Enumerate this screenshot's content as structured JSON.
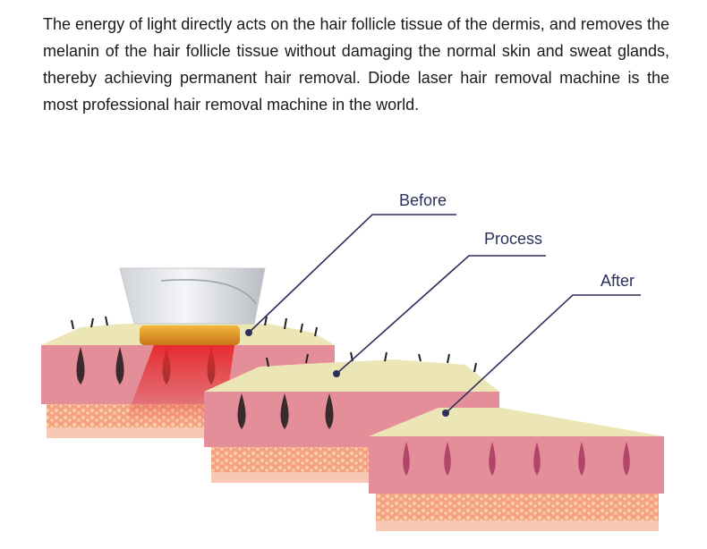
{
  "description_text": "The energy of light directly acts on the hair follicle tissue of the dermis, and removes the melanin of the hair follicle tissue without damaging the normal skin and sweat glands, thereby achieving permanent hair removal. Diode laser hair removal machine is the most professional hair removal machine in the world.",
  "labels": {
    "before": "Before",
    "process": "Process",
    "after": "After"
  },
  "colors": {
    "callout_line": "#2b2f5c",
    "epidermis": "#ece6b6",
    "dermis": "#e48e9a",
    "fat": "#f6a98a",
    "follicle_dark": "#3a2a2e",
    "follicle_after": "#b3456a",
    "laser_light": "#e23a3a"
  }
}
